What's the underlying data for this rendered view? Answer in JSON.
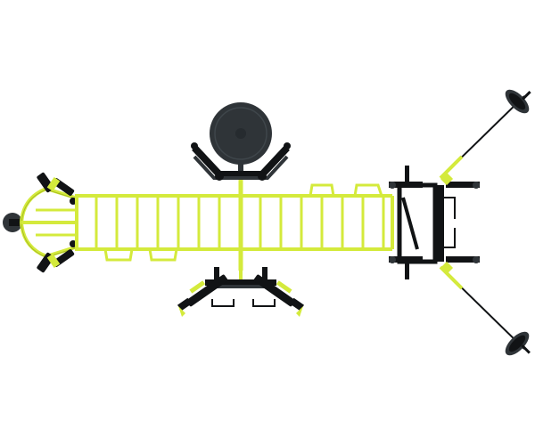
{
  "image": {
    "kind": "product-render",
    "view": "top-down",
    "background": "#ffffff",
    "colors": {
      "frame": "#d4ea3c",
      "frame_edge": "#a9bf22",
      "dark": "#2f3438",
      "black": "#111315",
      "steel": "#6a6f74"
    },
    "objects": [
      {
        "name": "ladder-frame",
        "color": "frame"
      },
      {
        "name": "round-seat-station",
        "color": "dark"
      },
      {
        "name": "dual-arm-station",
        "color": "black"
      },
      {
        "name": "squat-rack-station",
        "color": "black"
      },
      {
        "name": "barbell-upper",
        "color": "black"
      },
      {
        "name": "barbell-lower",
        "color": "black"
      },
      {
        "name": "left-head-station",
        "color": "black"
      }
    ]
  }
}
